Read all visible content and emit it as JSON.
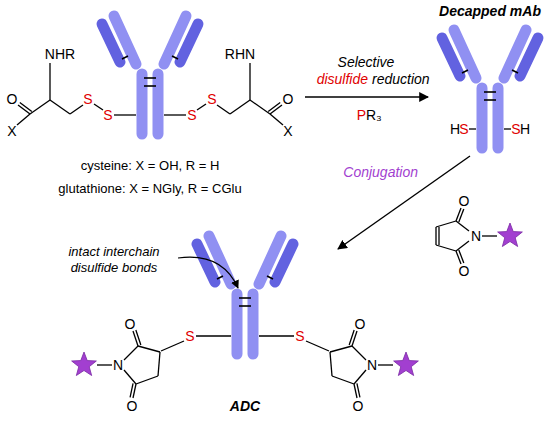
{
  "diagram": {
    "labels": [
      "NHR",
      "O",
      "X",
      "S",
      "S",
      "RHN",
      "O",
      "X",
      "S",
      "S",
      "cysteine: X = OH, R = H",
      "glutathione: X = NGly, R = CGlu",
      "Selective",
      "disulfide",
      "reduction",
      "P",
      "R₃",
      "Decapped mAb",
      "H",
      "S",
      "S",
      "H",
      "Conjugation",
      "O",
      "N",
      "O",
      "intact interchain disulfide bonds",
      "O",
      "N",
      "O",
      "S",
      "O",
      "N",
      "O",
      "S",
      "ADC"
    ]
  }
}
